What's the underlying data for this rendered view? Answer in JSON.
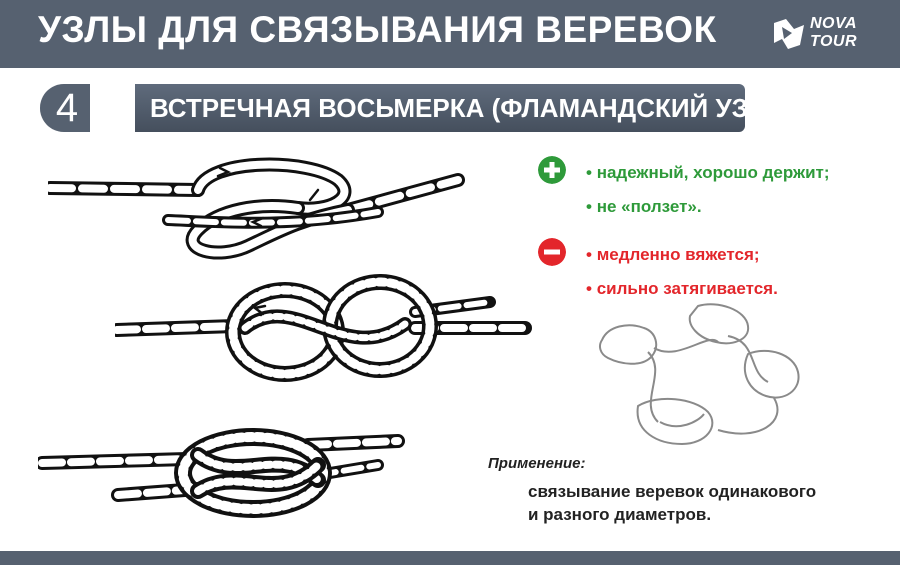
{
  "header": {
    "title": "УЗЛЫ ДЛЯ СВЯЗЫВАНИЯ ВЕРЕВОК",
    "logo_line1": "NOVA",
    "logo_line2": "TOUR"
  },
  "section": {
    "number": "4",
    "title": "ВСТРЕЧНАЯ ВОСЬМЕРКА (ФЛАМАНДСКИЙ УЗЕЛ)"
  },
  "pros": {
    "icon": "plus-circle-icon",
    "color": "#2e9a3a",
    "items": [
      "надежный, хорошо держит;",
      "не «ползет»."
    ]
  },
  "cons": {
    "icon": "minus-circle-icon",
    "color": "#e3262b",
    "items": [
      "медленно вяжется;",
      "сильно затягивается."
    ]
  },
  "application": {
    "label": "Применение:",
    "line1": "связывание веревок одинакового",
    "line2": "и разного диаметров."
  },
  "colors": {
    "bar": "#566170",
    "accent_green": "#2e9a3a",
    "accent_red": "#e3262b"
  }
}
